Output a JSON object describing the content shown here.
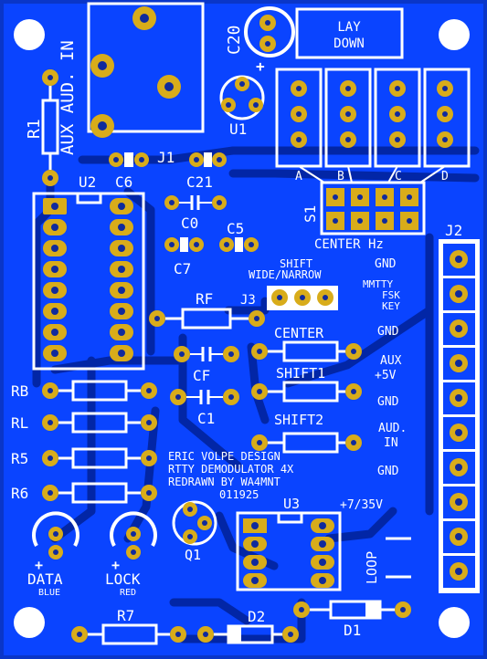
{
  "board": {
    "colors": {
      "substrate": "#0a36c8",
      "copper": "#0a44ff",
      "trace": "#0226a6",
      "pad": "#d8ac1a",
      "pad_hole": "#102a9c",
      "silkscreen": "#ffffff",
      "body": "#ffffff"
    }
  },
  "labels": {
    "aux_aud_in": "AUX AUD. IN",
    "r1": "R1",
    "c20": "C20",
    "lay_down": [
      "LAY",
      "DOWN"
    ],
    "plus": "+",
    "u1": "U1",
    "j1": "J1",
    "u2": "U2",
    "c6": "C6",
    "c21": "C21",
    "c0": "C0",
    "c5": "C5",
    "c7": "C7",
    "rf": "RF",
    "cf": "CF",
    "c1": "C1",
    "rb": "RB",
    "rl": "RL",
    "r5": "R5",
    "r6": "R6",
    "switch_a": "A",
    "switch_b": "B",
    "switch_c": "C",
    "switch_d": "D",
    "s1": "S1",
    "center_hz": "CENTER Hz",
    "j2": "J2",
    "shift_title": "SHIFT",
    "wide_narrow": "WIDE/NARROW",
    "j3": "J3",
    "center": "CENTER",
    "shift1": "SHIFT1",
    "shift2": "SHIFT2",
    "credits": [
      "ERIC VOLPE DESIGN",
      "RTTY DEMODULATOR 4X",
      "REDRAWN BY WA4MNT",
      "011925"
    ],
    "u3": "U3",
    "voltage": "+7/35V",
    "loop": "LOOP",
    "q1": "Q1",
    "data": "DATA",
    "blue": "BLUE",
    "lock": "LOCK",
    "red": "RED",
    "r7": "R7",
    "d2": "D2",
    "d1": "D1"
  },
  "j2_pins": [
    "GND",
    "MMTTY FSK KEY",
    "GND",
    "AUX +5V",
    "GND",
    "AUD. IN",
    "GND",
    "+7/35V",
    "LOOP"
  ],
  "j2_text": {
    "gnd1": "GND",
    "mmtty": [
      "MMTTY",
      "FSK",
      "KEY"
    ],
    "gnd2": "GND",
    "aux5v": [
      "AUX",
      "+5V"
    ],
    "gnd3": "GND",
    "audin": [
      "AUD.",
      "IN"
    ],
    "gnd4": "GND"
  }
}
